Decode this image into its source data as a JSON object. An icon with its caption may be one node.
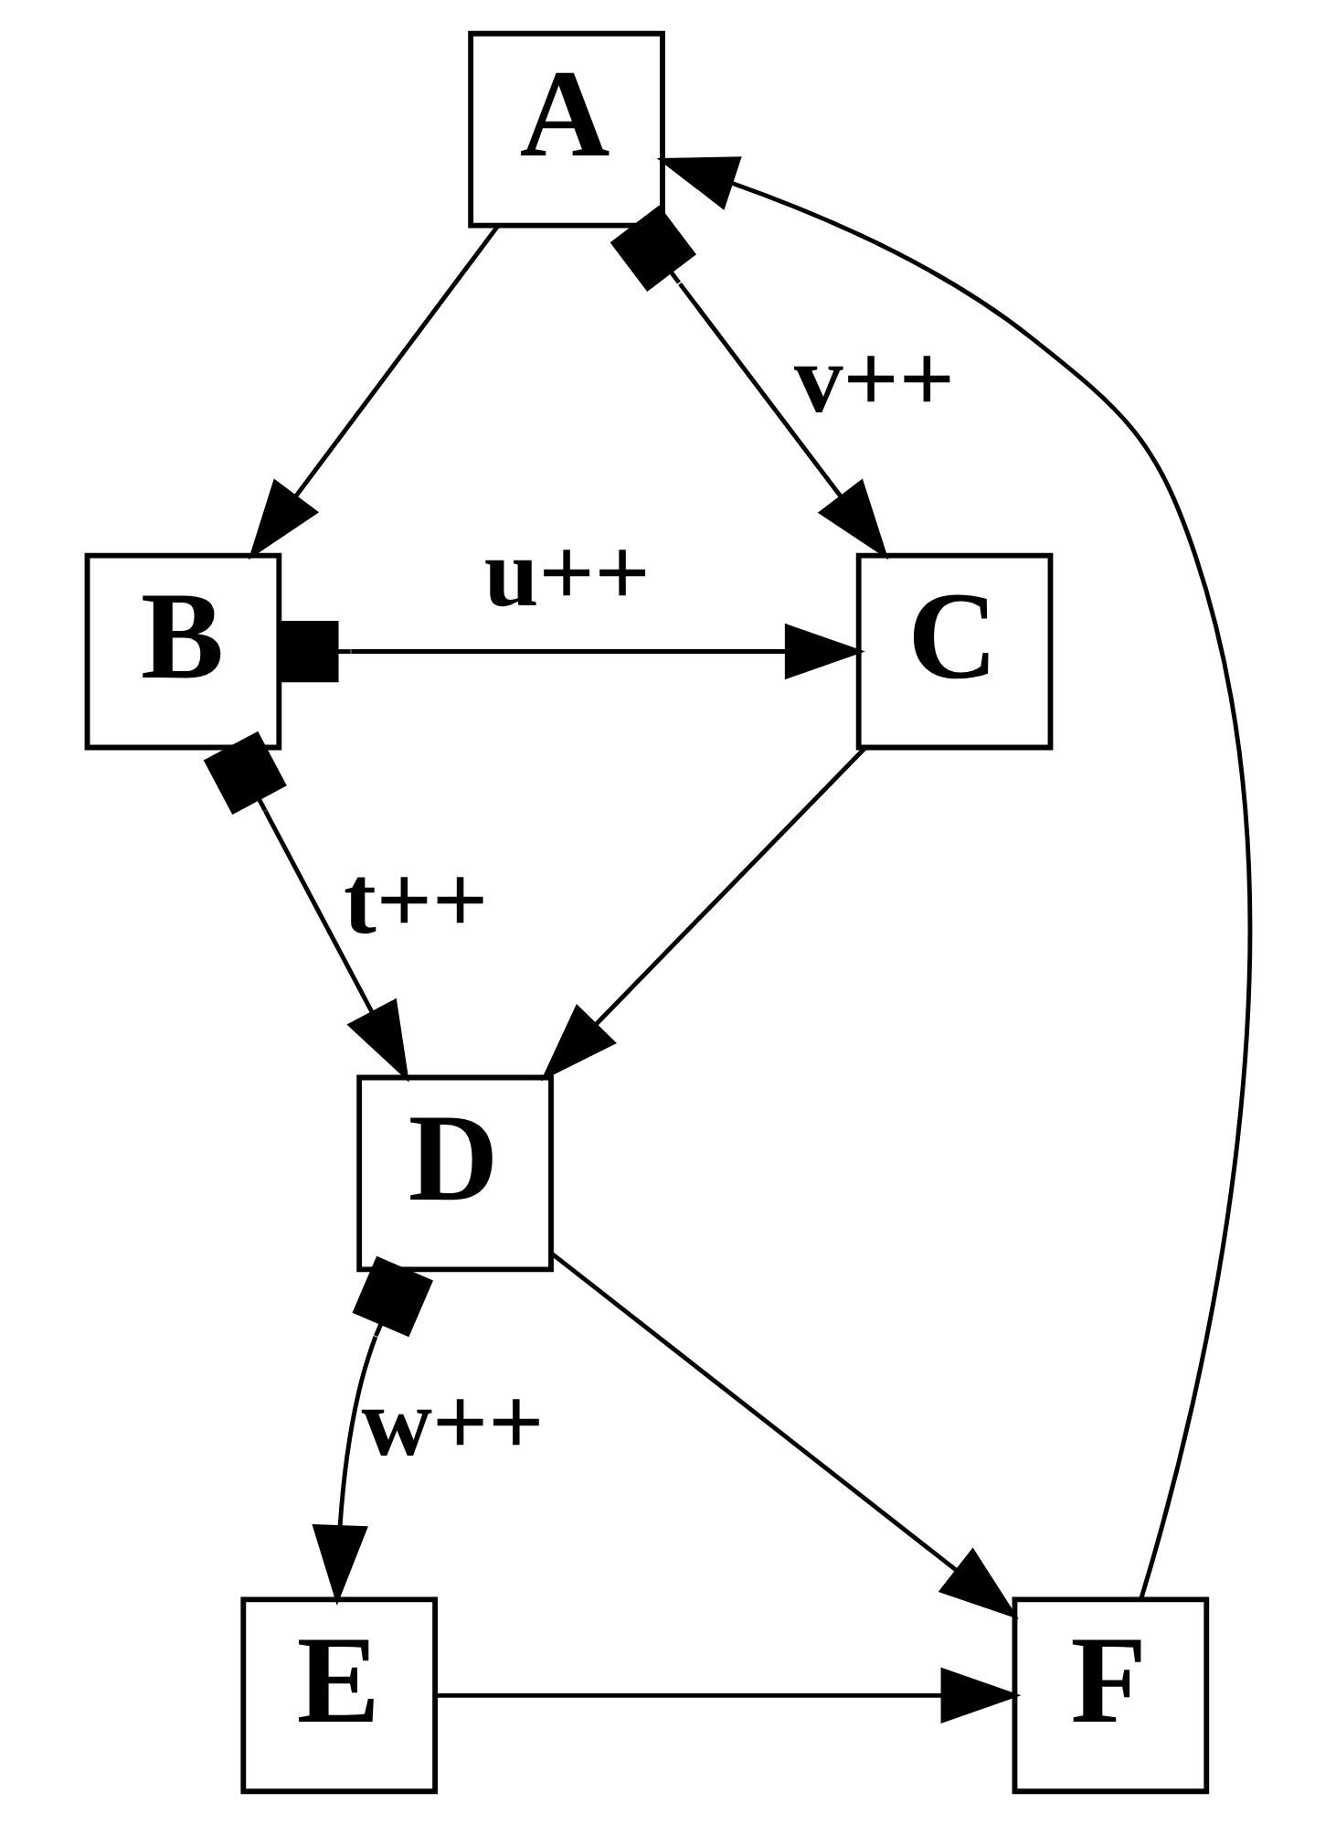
{
  "diagram": {
    "nodes": [
      {
        "text": [
          "A"
        ]
      },
      {
        "text": [
          "B"
        ]
      },
      {
        "text": [
          "C"
        ]
      },
      {
        "text": [
          "D"
        ]
      },
      {
        "text": [
          "E"
        ]
      },
      {
        "text": [
          "F"
        ]
      }
    ],
    "edges": [
      {
        "from": 0,
        "to": 1,
        "arrow": "to"
      },
      {
        "from": 0,
        "to": 2,
        "arrow": "to",
        "label": "v++"
      },
      {
        "from": 1,
        "to": 2,
        "arrow": "to",
        "label": "u++"
      },
      {
        "from": 1,
        "to": 3,
        "arrow": "to",
        "label": "t++"
      },
      {
        "from": 2,
        "to": 3,
        "arrow": "to"
      },
      {
        "from": 3,
        "to": 4,
        "arrow": "to",
        "label": "w++"
      },
      {
        "from": 3,
        "to": 5,
        "arrow": "to"
      },
      {
        "from": 4,
        "to": 5,
        "arrow": "to"
      },
      {
        "from": 5,
        "to": 0,
        "arrow": "to"
      }
    ]
  }
}
